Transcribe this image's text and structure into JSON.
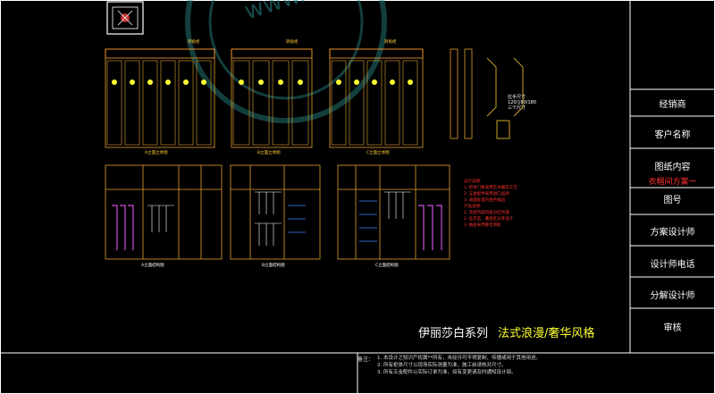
{
  "watermark": {
    "text": "www.ooopic.com"
  },
  "title_block": {
    "rows": [
      {
        "label": "经销商"
      },
      {
        "label": "客户名称"
      },
      {
        "label": "图纸内容"
      },
      {
        "label": "衣帽间方案一"
      },
      {
        "label": "图号"
      },
      {
        "label": "方案设计师"
      },
      {
        "label": "设计师电话"
      },
      {
        "label": "分解设计师"
      },
      {
        "label": "审核"
      }
    ]
  },
  "series": {
    "name": "伊丽莎白系列",
    "style": "法式浪漫/奢华风格"
  },
  "notes": {
    "heading": "备注：",
    "lines": [
      "1. 本设计之知识产权属**所有，未经许可不得复制、传播或用于其他用途。",
      "2. 所有柜体尺寸以现场实际测量为准，施工前请核对尺寸。",
      "3. 所有五金配件以实际订单为准，如有变更请及时通知设计部。"
    ]
  },
  "elevations": {
    "top_labels": [
      "A立面立体图",
      "B立面立体图",
      "C立面立体图"
    ],
    "bottom_labels": [
      "A立面结构图",
      "B立面结构图",
      "C立面结构图"
    ],
    "corner_labels": [
      "转角柜",
      "转角柜",
      "转角柜"
    ],
    "detail_label": "拉手尺寸\n120/160/180\n三个尺寸"
  },
  "red_notes": {
    "lines": [
      "设计说明：",
      "1. 柜体门板采用实木雕花工艺",
      "2. 五金配件采用进口品牌",
      "3. 表面处理为金色描边",
      "产品说明：",
      "1. 衣柜内部功能分区合理",
      "2. 挂衣区、叠放区分开设计",
      "3. 抽屉采用静音滑轨"
    ]
  },
  "colors": {
    "background": "#000000",
    "line_gold": "#e0a030",
    "line_orange": "#ff9a2a",
    "accent_yellow": "#ffff33",
    "clothes_magenta": "#d050e0",
    "red_notes": "#ff3030",
    "border": "#ffffff"
  }
}
